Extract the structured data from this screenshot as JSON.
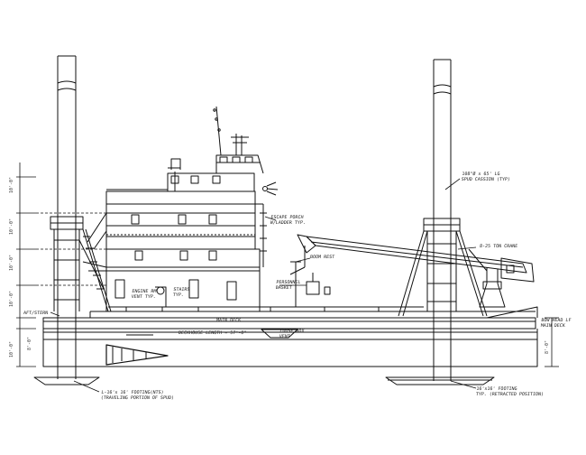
{
  "labels": {
    "aft_stern": "AFT/STERN",
    "escape_porch": "ESCAPE PORCH\nW/LADDER TYP.",
    "crane_note": "8-25 TON CRANE",
    "spud_note": "108\"Ø x 65' LG\nSPUD CASSION (TYP)",
    "boom_rest": "BOOM REST",
    "personnel_basket": "PERSONNEL\nBASKET",
    "engine_room_vent": "ENGINE RM\nVENT TYP.",
    "stairs": "STAIRS\nTYP.",
    "main_deck": "MAIN DECK",
    "deckhouse_length": "DECKHOUSE LENGTH = 57'-0\"",
    "loose_box": "LOOSE BOX\nVENT",
    "bow_head": "BOW HEAD LF\nMAIN DECK",
    "footing_aft": "L-16'x 16' FOOTING(NTS)\n(TRAVELING PORTION OF SPUD)",
    "footing_fwd": "16'x16' FOOTING\nTYP. (RETRACTED POSITION)",
    "dim_10_a": "10'-0\"",
    "dim_10_b": "10'-0\"",
    "dim_10_c": "10'-0\"",
    "dim_10_d": "10'-0\"",
    "dim_10_e": "10'-0\"",
    "dim_8": "8'-0\"",
    "dim_8_fwd": "8'-0\""
  }
}
